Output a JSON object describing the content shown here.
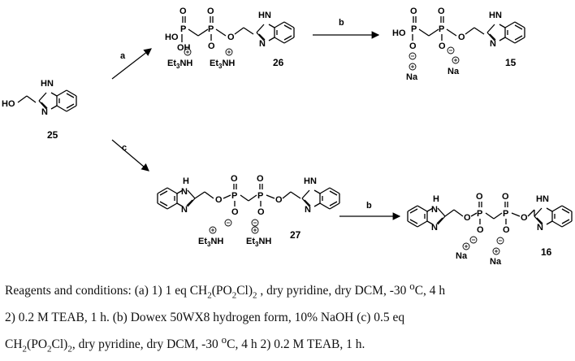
{
  "figure": {
    "compounds": {
      "c25": "25",
      "c26": "26",
      "c15": "15",
      "c27": "27",
      "c16": "16"
    },
    "arrows": {
      "a": "a",
      "b_top": "b",
      "c": "c",
      "b_bottom": "b"
    },
    "atoms": {
      "HO": "HO",
      "H": "H",
      "N": "N",
      "O": "O",
      "P": "P",
      "OH": "OH",
      "Et3NH_Et": "Et",
      "Et3NH_3": "3",
      "Et3NH_NH": "NH",
      "Na": "Na"
    }
  },
  "caption": {
    "l1_a": "Reagents and conditions:  (a) 1) 1 eq CH",
    "l1_sub1": "2",
    "l1_b": "(PO",
    "l1_sub2": "2",
    "l1_c": "Cl)",
    "l1_sub3": "2",
    "l1_d": " , dry pyridine, dry DCM, -30 ",
    "l1_sup": "o",
    "l1_e": "C, 4 h",
    "l2": "2) 0.2 M TEAB, 1 h. (b) Dowex 50WX8 hydrogen form, 10% NaOH (c) 0.5 eq",
    "l3_a": "CH",
    "l3_sub1": "2",
    "l3_b": "(PO",
    "l3_sub2": "2",
    "l3_c": "Cl)",
    "l3_sub3": "2",
    "l3_d": ",  dry pyridine, dry DCM, -30 ",
    "l3_sup": "o",
    "l3_e": "C, 4 h 2) 0.2 M TEAB, 1 h."
  }
}
